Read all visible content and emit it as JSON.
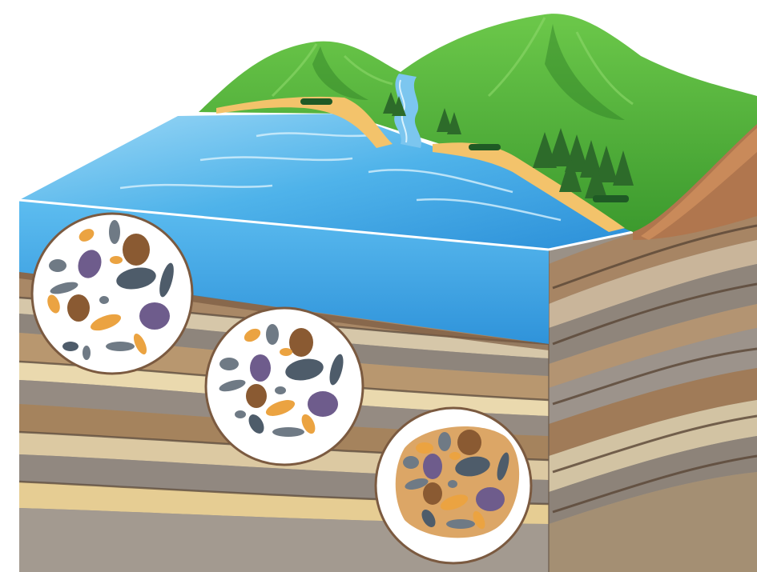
{
  "diagram": {
    "type": "sedimentary-rock-formation-block-diagram",
    "labels": [],
    "components": [
      "mountains",
      "river",
      "pine-trees",
      "sandy-shore",
      "lake-water",
      "sediment-layers",
      "loose-sediment-detail",
      "compacting-sediment-detail",
      "cemented-rock-detail"
    ]
  },
  "colors": {
    "water_top": "#4fb3ea",
    "water_side": "#3fa4e4",
    "grass": "#58b93b",
    "grass_dark": "#2e8a2a",
    "sand": "#f3c36b",
    "cliff": "#b0764e",
    "pebble_purple": "#6e5c8c",
    "pebble_brown": "#8a5a32",
    "pebble_orange": "#eba341",
    "pebble_gray": "#6f7a85",
    "pebble_slate": "#4e5c6a",
    "cement": "#dca666"
  }
}
